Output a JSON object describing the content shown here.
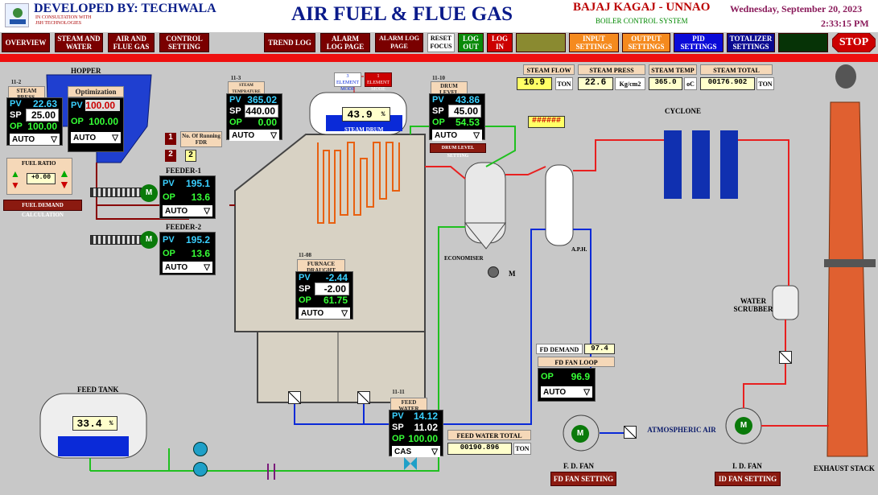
{
  "header": {
    "developer": "DEVELOPED BY: TECHWALA",
    "consult_line1": "IN CONSULTATION WITH",
    "consult_line2": "JSH TECHNOLOGIES",
    "title": "AIR FUEL & FLUE GAS",
    "company": "BAJAJ KAGAJ - UNNAO",
    "system": "BOILER CONTROL SYSTEM",
    "date": "Wednesday, September 20, 2023",
    "time": "2:33:15 PM"
  },
  "nav": {
    "overview": "OVERVIEW",
    "steam_water": "STEAM AND WATER",
    "air_flue": "AIR AND FLUE GAS",
    "control_setting": "CONTROL SETTING",
    "trend_log": "TREND LOG",
    "alarm_log_page": "ALARM LOG PAGE",
    "alarm_log_page2": "ALARM LOG PAGE",
    "reset_focus": "RESET FOCUS",
    "log_out": "LOG OUT",
    "log_in": "LOG IN",
    "input_settings": "INPUT SETTINGS",
    "output_settings": "OUTPUT SETTINGS",
    "pid_settings": "PID SETTINGS",
    "totalizer_settings": "TOTALIZER SETTINGS",
    "stop": "STOP"
  },
  "summary": {
    "steam_flow_label": "STEAM FLOW",
    "steam_flow": "10.9",
    "steam_flow_unit": "TON",
    "steam_press_label": "STEAM PRESS",
    "steam_press": "22.6",
    "steam_press_unit": "Kg/cm2",
    "steam_temp_label": "STEAM TEMP",
    "steam_temp": "365.0",
    "steam_temp_unit": "oC",
    "steam_total_label": "STEAM TOTAL",
    "steam_total": "00176.902",
    "steam_total_unit": "TON",
    "hash": "######"
  },
  "hopper": {
    "label": "HOPPER"
  },
  "steam_press_ctl": {
    "tag": "11-2",
    "title": "STEAM PRESS.",
    "pv": "22.63",
    "sp": "25.00",
    "op": "100.00",
    "mode": "AUTO"
  },
  "optimization": {
    "title": "Optimization",
    "pv": "100.00",
    "op": "100.00",
    "mode": "AUTO"
  },
  "steam_temp_ctl": {
    "tag": "11-3",
    "title": "STEAM TEMPRATURE",
    "pv": "365.02",
    "sp": "440.00",
    "op": "0.00",
    "mode": "AUTO"
  },
  "steam_drum": {
    "level": "43.9",
    "unit": "%",
    "label": "STEAM DRUM",
    "three_el": "3 ELEMENT MODE",
    "one_el": "1 ELEMENT MODE"
  },
  "drum_level_ctl": {
    "tag": "11-10",
    "title": "DRUM LEVEL",
    "pv": "43.86",
    "sp": "45.00",
    "op": "54.53",
    "mode": "AUTO",
    "setting": "DRUM LEVEL SETTING"
  },
  "fdr": {
    "count1": "1",
    "count2": "2",
    "value": "2",
    "label": "No. Of Running FDR"
  },
  "fuel_ratio": {
    "title": "FUEL RATIO",
    "value": "+0.00",
    "demand": "FUEL DEMAND CALCULATION"
  },
  "feeder1": {
    "title": "FEEDER-1",
    "pv": "195.1",
    "op": "13.6",
    "mode": "AUTO"
  },
  "feeder2": {
    "title": "FEEDER-2",
    "pv": "195.2",
    "op": "13.6",
    "mode": "AUTO"
  },
  "furnace": {
    "tag": "11-08",
    "title": "FURNACE DRAUGHT",
    "pv": "-2.44",
    "sp": "-2.00",
    "op": "61.75",
    "mode": "AUTO"
  },
  "economiser": {
    "label": "ECONOMISER",
    "motor": "M"
  },
  "aph": {
    "label": "A.P.H."
  },
  "cyclone": {
    "label": "CYCLONE"
  },
  "water_scrubber": {
    "label": "WATER SCRUBBER"
  },
  "feed_water": {
    "tag": "11-11",
    "title": "FEED WATER",
    "pv": "14.12",
    "sp": "11.02",
    "op": "100.00",
    "mode": "CAS",
    "total_label": "FEED WATER TOTAL",
    "total": "00190.896",
    "total_unit": "TON"
  },
  "feed_tank": {
    "label": "FEED TANK",
    "level": "33.4",
    "unit": "%"
  },
  "fd": {
    "demand_label": "FD DEMAND",
    "demand": "97.4",
    "loop_label": "FD FAN LOOP",
    "op": "96.9",
    "mode": "AUTO",
    "fan_label": "F. D. FAN",
    "setting": "FD FAN SETTING"
  },
  "atm_air": "ATMOSPHERIC AIR",
  "id": {
    "fan_label": "I. D. FAN",
    "setting": "ID FAN SETTING"
  },
  "exhaust": "EXHAUST STACK",
  "labels": {
    "pv": "PV",
    "sp": "SP",
    "op": "OP",
    "m": "M"
  },
  "colors": {
    "nav": "#7a0000",
    "alarm": "#ee1010",
    "pv": "#3ad0ff",
    "op": "#36ff36"
  }
}
